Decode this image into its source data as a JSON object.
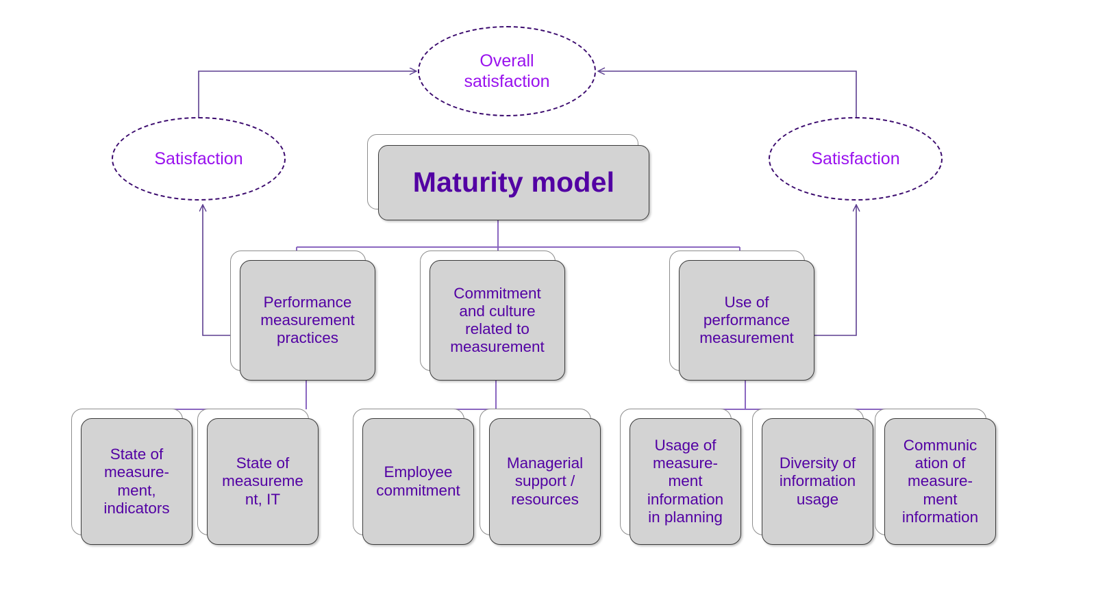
{
  "diagram": {
    "title": "Maturity model",
    "colors": {
      "box_fill": "#d3d3d3",
      "box_border": "#3a3a3a",
      "box_text": "#5200a3",
      "ellipse_border": "#3b0a6e",
      "ellipse_text": "#9911ee",
      "connector": "#8a66c0",
      "arrow": "#5b3d8f",
      "background": "#ffffff"
    },
    "ellipses": [
      {
        "id": "overall",
        "label": "Overall\nsatisfaction"
      },
      {
        "id": "left",
        "label": "Satisfaction"
      },
      {
        "id": "right",
        "label": "Satisfaction"
      }
    ],
    "root": {
      "label": "Maturity model"
    },
    "level2": [
      {
        "id": "pmp",
        "label": "Performance\nmeasurement\npractices"
      },
      {
        "id": "ccm",
        "label": "Commitment\nand culture\nrelated to\nmeasurement"
      },
      {
        "id": "upm",
        "label": "Use of\nperformance\nmeasurement"
      }
    ],
    "level3": [
      {
        "id": "l1",
        "parent": "pmp",
        "label": "State of\nmeasure-\nment,\nindicators"
      },
      {
        "id": "l2",
        "parent": "pmp",
        "label": "State of\nmeasureme\nnt, IT"
      },
      {
        "id": "l3",
        "parent": "ccm",
        "label": "Employee\ncommitment"
      },
      {
        "id": "l4",
        "parent": "ccm",
        "label": "Managerial\nsupport /\nresources"
      },
      {
        "id": "l5",
        "parent": "upm",
        "label": "Usage of\nmeasure-\nment\ninformation\nin planning"
      },
      {
        "id": "l6",
        "parent": "upm",
        "label": "Diversity of\ninformation\nusage"
      },
      {
        "id": "l7",
        "parent": "upm",
        "label": "Communic\nation of\nmeasure-\nment\ninformation"
      }
    ],
    "arrows": [
      {
        "id": "pmp-to-left-satisfaction",
        "from": "pmp",
        "to": "left"
      },
      {
        "id": "upm-to-right-satisfaction",
        "from": "upm",
        "to": "right"
      },
      {
        "id": "left-satisfaction-to-overall",
        "from": "left",
        "to": "overall"
      },
      {
        "id": "right-satisfaction-to-overall",
        "from": "right",
        "to": "overall"
      }
    ]
  }
}
